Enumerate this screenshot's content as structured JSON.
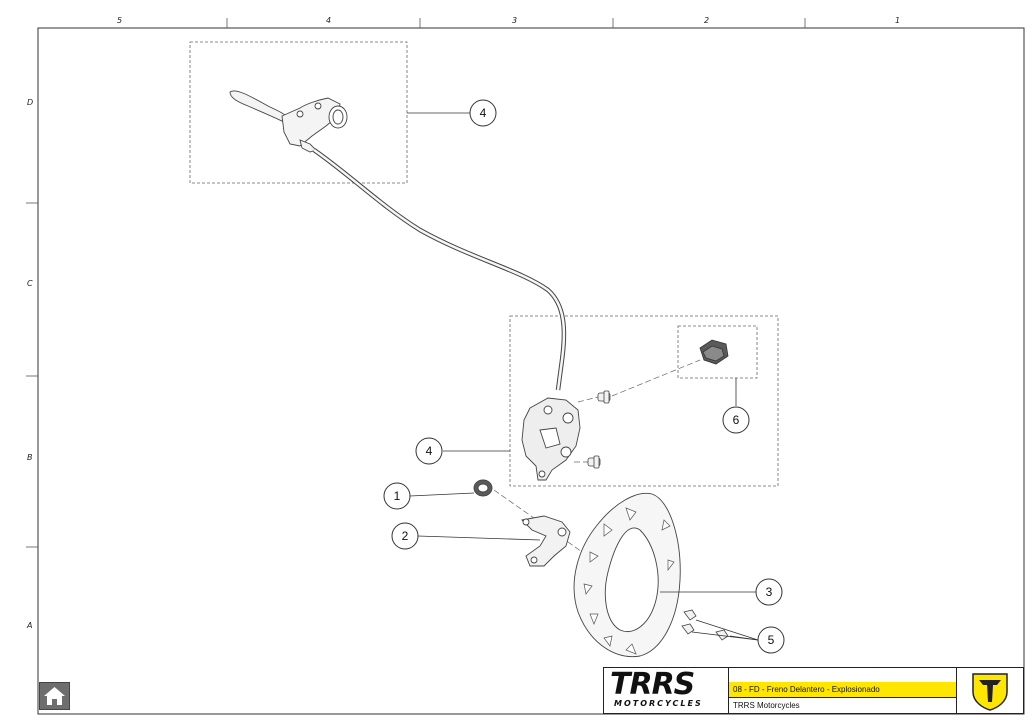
{
  "drawing": {
    "columns": [
      "5",
      "4",
      "3",
      "2",
      "1"
    ],
    "rows": [
      "D",
      "C",
      "B",
      "A"
    ],
    "callouts": {
      "c1": "1",
      "c2": "2",
      "c3": "3",
      "c4a": "4",
      "c4b": "4",
      "c5": "5",
      "c6": "6"
    }
  },
  "title_block": {
    "logo_main": "TRRS",
    "logo_sub": "MOTORCYCLES",
    "drawing_title": "08 - FD - Freno Delantero - Explosionado",
    "company": "TRRS Motorcycles",
    "brand_icon": "trrs-shield-icon",
    "accent_color": "#ffe600"
  },
  "nav": {
    "home_icon": "home-icon"
  }
}
